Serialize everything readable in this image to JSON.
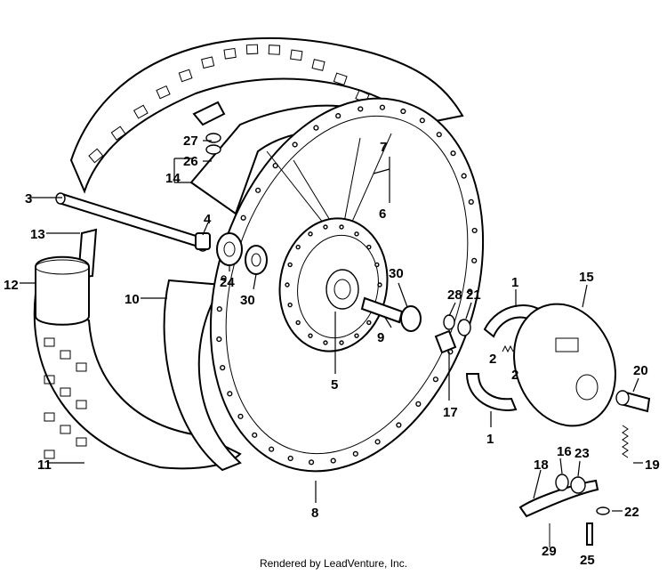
{
  "labels": {
    "p1_upper": "1",
    "p1_lower": "1",
    "p2_left": "2",
    "p2_right": "2",
    "p3": "3",
    "p4": "4",
    "p5": "5",
    "p6": "6",
    "p7": "7",
    "p8": "8",
    "p9": "9",
    "p10": "10",
    "p11": "11",
    "p12": "12",
    "p13": "13",
    "p14": "14",
    "p15": "15",
    "p16": "16",
    "p17": "17",
    "p18": "18",
    "p19": "19",
    "p20": "20",
    "p21": "21",
    "p22": "22",
    "p23": "23",
    "p24": "24",
    "p25": "25",
    "p26": "26",
    "p27": "27",
    "p28": "28",
    "p29": "29",
    "p30_upper": "30",
    "p30_lower": "30"
  },
  "credit": "Rendered by LeadVenture, Inc."
}
